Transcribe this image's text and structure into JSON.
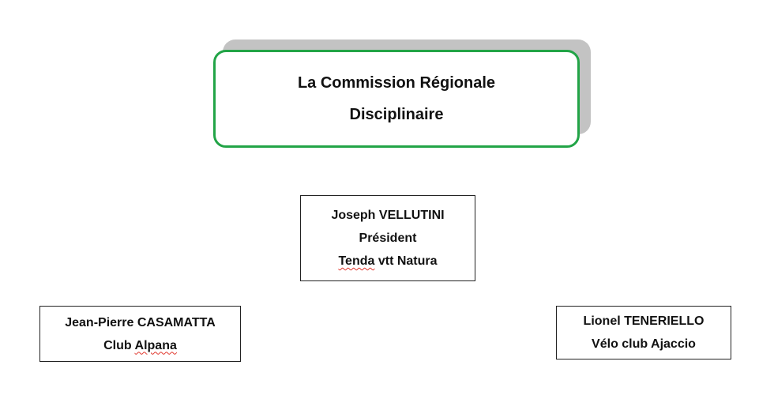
{
  "title": {
    "line1": "La Commission Régionale",
    "line2": "Disciplinaire",
    "border_color": "#22a447",
    "shadow_color": "#c3c3c3"
  },
  "president": {
    "name": "Joseph VELLUTINI",
    "role": "Président",
    "club_word1": "Tenda",
    "club_rest": " vtt Natura"
  },
  "members": [
    {
      "name": "Jean-Pierre CASAMATTA",
      "club_prefix": "Club ",
      "club_word": "Alpana"
    },
    {
      "name": "Lionel TENERIELLO",
      "club": "Vélo club Ajaccio"
    }
  ]
}
